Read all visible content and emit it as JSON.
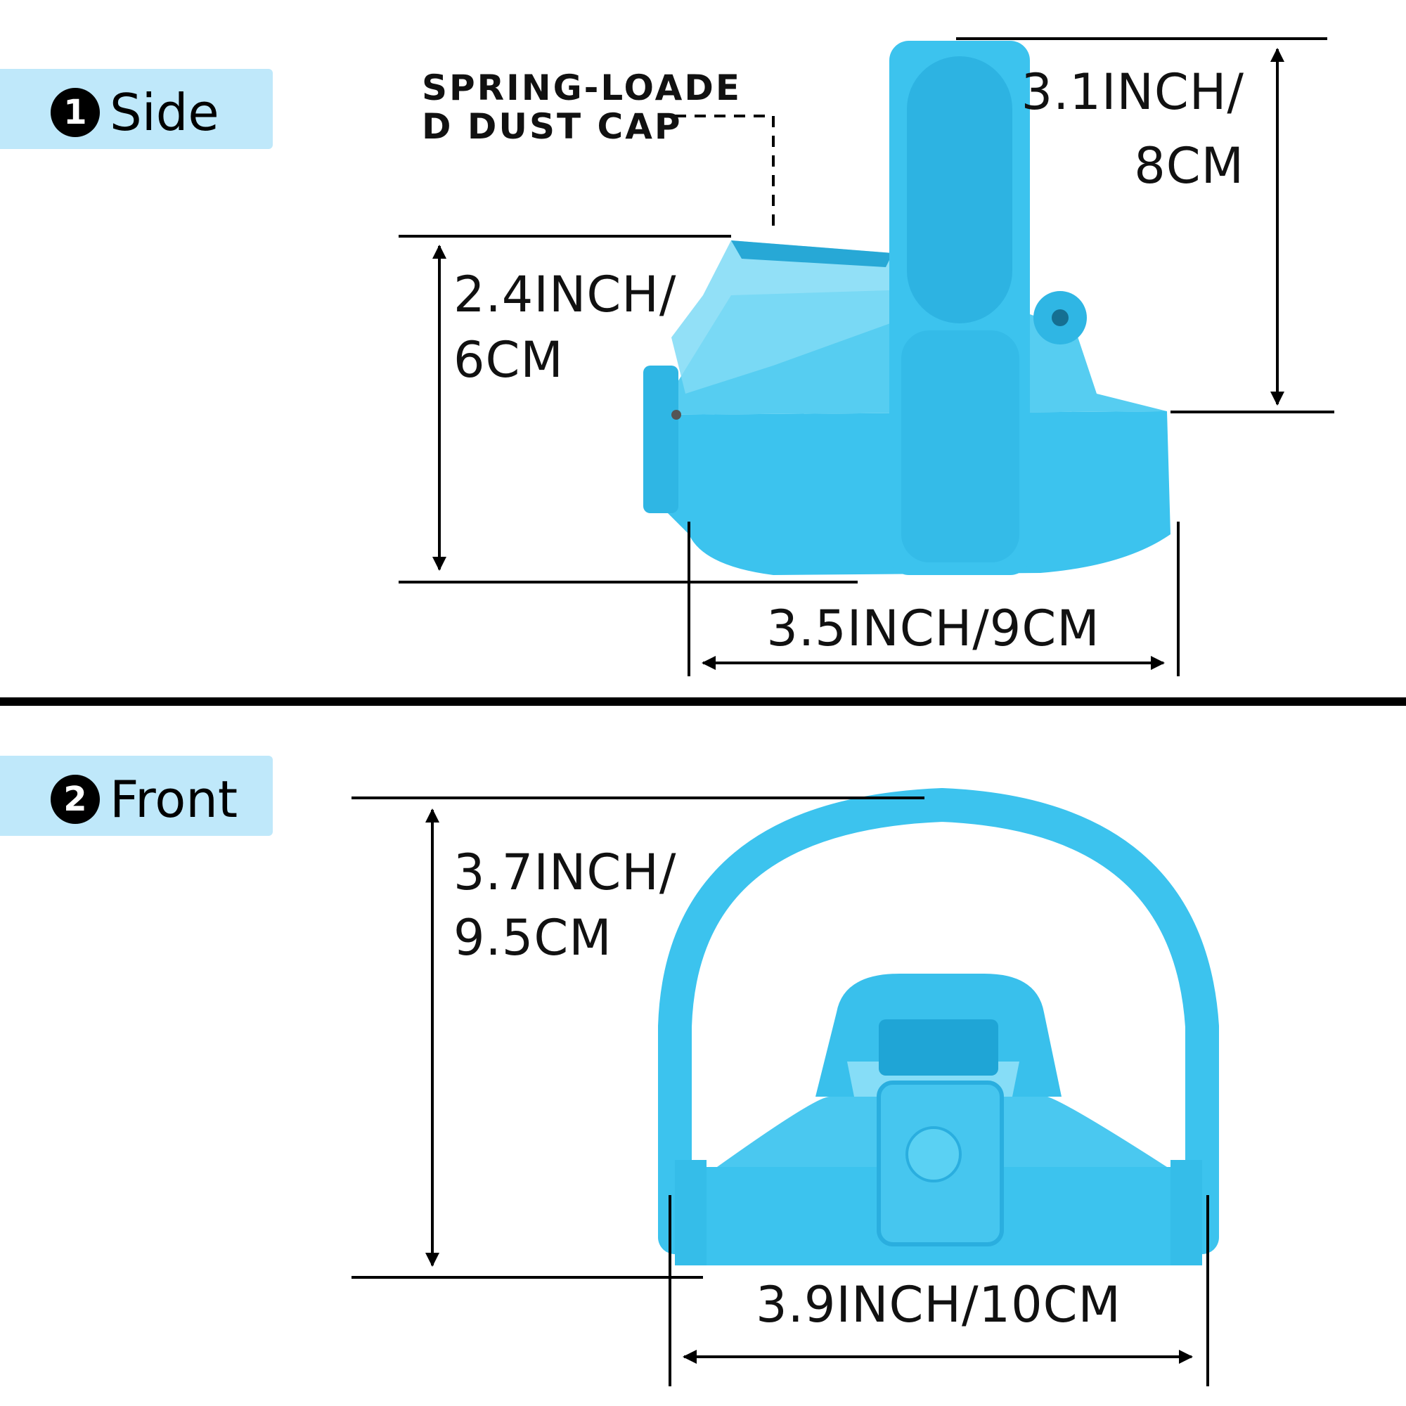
{
  "sections": [
    {
      "number": "1",
      "label": "Side"
    },
    {
      "number": "2",
      "label": "Front"
    }
  ],
  "side": {
    "callout": "SPRING-LOADED DUST CAP",
    "callout_line1": "SPRING-LOADE",
    "callout_line2": "D DUST CAP",
    "height_total": {
      "inch": "3.1INCH/",
      "cm": "8CM"
    },
    "height_body": {
      "inch": "2.4INCH/",
      "cm": "6CM"
    },
    "width": "3.5INCH/9CM"
  },
  "front": {
    "height": {
      "inch": "3.7INCH/",
      "cm": "9.5CM"
    },
    "width": "3.9INCH/10CM"
  },
  "colors": {
    "product": "#3cc3ee",
    "product_dark": "#26a9d8",
    "tab": "#bfe8fa",
    "ink": "#000000"
  }
}
